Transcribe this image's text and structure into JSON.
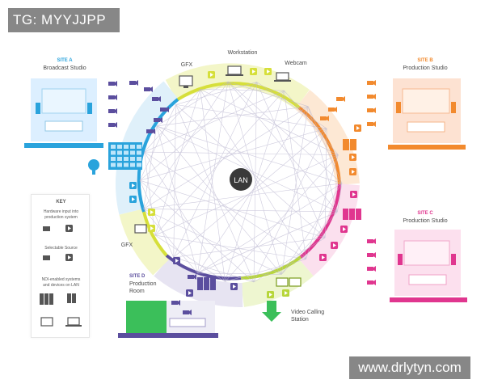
{
  "watermarks": {
    "top_left": "TG: MYYJJPP",
    "bottom_right": "www.drlytyn.com"
  },
  "hub": {
    "label": "LAN"
  },
  "ring_labels": {
    "workstation": "Workstation",
    "gfx_top": "GFX",
    "webcam": "Webcam",
    "gfx_left": "GFX",
    "video_calling_1": "Video Calling",
    "video_calling_2": "Station"
  },
  "sites": {
    "a": {
      "tag": "SITE A",
      "name": "Broadcast Studio"
    },
    "b": {
      "tag": "SITE B",
      "name": "Production Studio"
    },
    "c": {
      "tag": "SITE C",
      "name": "Production Studio"
    },
    "d": {
      "tag": "SITE D",
      "name_1": "Production",
      "name_2": "Room"
    }
  },
  "key": {
    "title": "KEY",
    "hardware_1": "Hardware input into",
    "hardware_2": "production system",
    "selectable": "Selectable Source",
    "ndi_1": "NDI-enabled systems",
    "ndi_2": "and devices on LAN"
  },
  "colors": {
    "blue": "#2aa3dc",
    "yellow": "#d6df3a",
    "orange": "#f28a2e",
    "pink": "#e0368f",
    "purple": "#5b4e9e",
    "green": "#b7d63b",
    "site_a": "#dcefff",
    "site_b": "#fde2d2",
    "site_c": "#fce0ee",
    "site_d": "#3bbf5a"
  },
  "icons": [
    "camera-icon",
    "play-icon",
    "monitor-icon",
    "laptop-icon",
    "rack-icon",
    "satellite-dish-icon",
    "arrow-down-icon"
  ]
}
